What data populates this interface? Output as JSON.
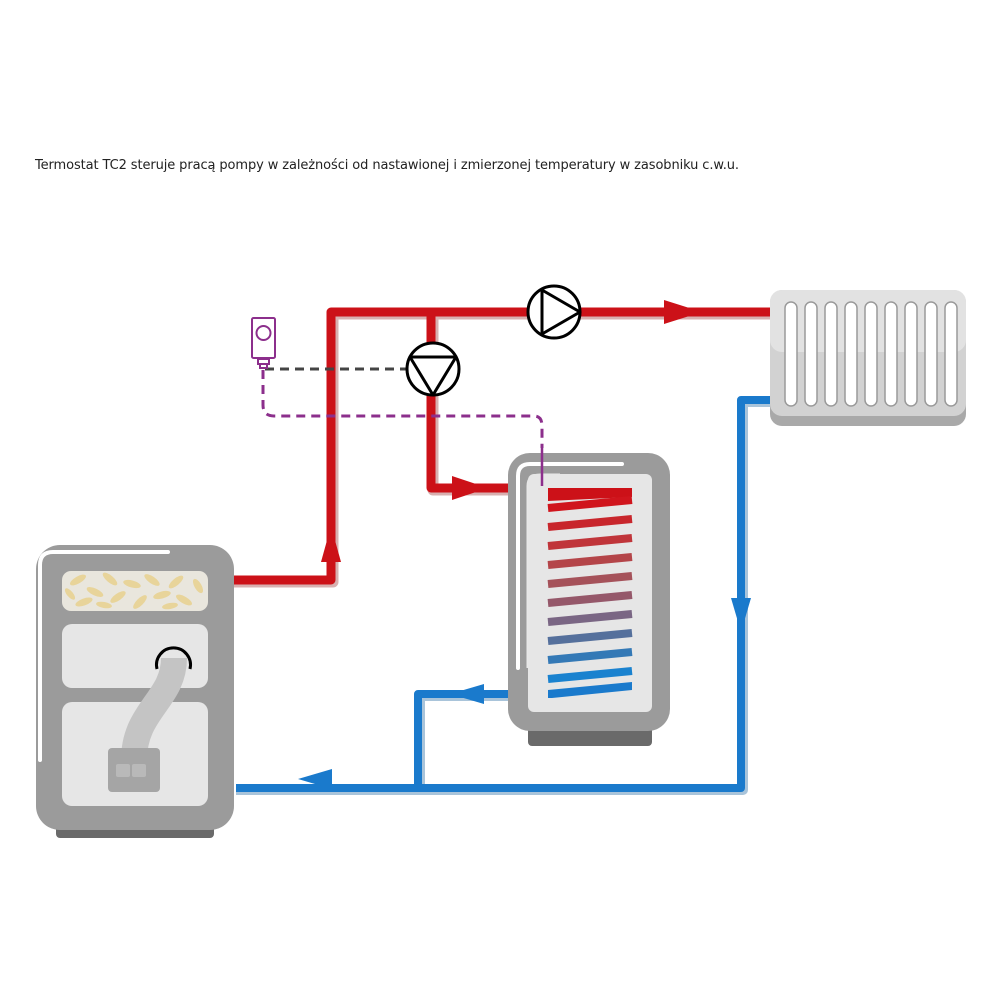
{
  "caption": "Termostat TC2 steruje pracą pompy w zależności od nastawionej i zmierzonej temperatury w zasobniku c.w.u.",
  "colors": {
    "supply": "#cc1118",
    "return": "#1a7acc",
    "pipe_shadow": "#d8b0b0",
    "return_shadow": "#a9c4da",
    "control_wire": "#444444",
    "sensor_wire": "#8c2f8c",
    "appliance_gray": "#9b9b9b",
    "appliance_light": "#e6e6e6",
    "appliance_base": "#6a6a6a",
    "pellets": "#e8d49a"
  },
  "components": {
    "boiler": "pellet-boiler",
    "tank": "hot-water-tank",
    "radiator": "radiator",
    "pump_heating": "circulation-pump-right",
    "pump_tank": "circulation-pump-down",
    "thermostat": "thermostat-tc2"
  },
  "icons": {
    "flow_arrow": "flow-arrow-icon",
    "pump": "pump-icon",
    "thermostat": "thermostat-icon"
  }
}
